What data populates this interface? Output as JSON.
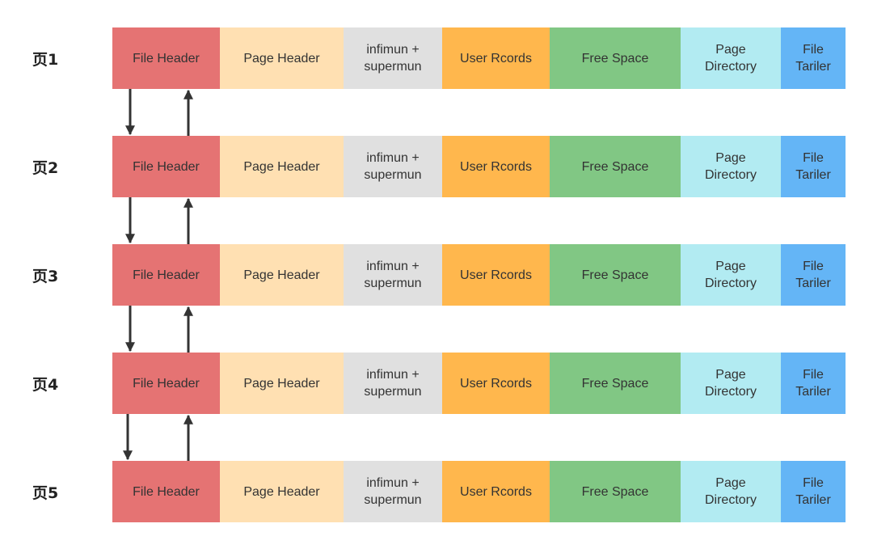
{
  "pages": [
    {
      "label": "页1"
    },
    {
      "label": "页2"
    },
    {
      "label": "页3"
    },
    {
      "label": "页4"
    },
    {
      "label": "页5"
    }
  ],
  "segments": {
    "file_header": "File Header",
    "page_header": "Page Header",
    "infimum_supremum": "infimun +\nsupermun",
    "user_records": "User Rcords",
    "free_space": "Free Space",
    "page_directory": "Page\nDirectory",
    "file_trailer": "File\nTariler"
  },
  "colors": {
    "file_header": "#e57373",
    "page_header": "#ffe0b2",
    "infimum_supremum": "#e0e0e0",
    "user_records": "#ffb74d",
    "free_space": "#81c784",
    "page_directory": "#b2ebf2",
    "file_trailer": "#64b5f6",
    "arrow": "#333333"
  },
  "links": {
    "next_direction": "down",
    "prev_direction": "up"
  }
}
